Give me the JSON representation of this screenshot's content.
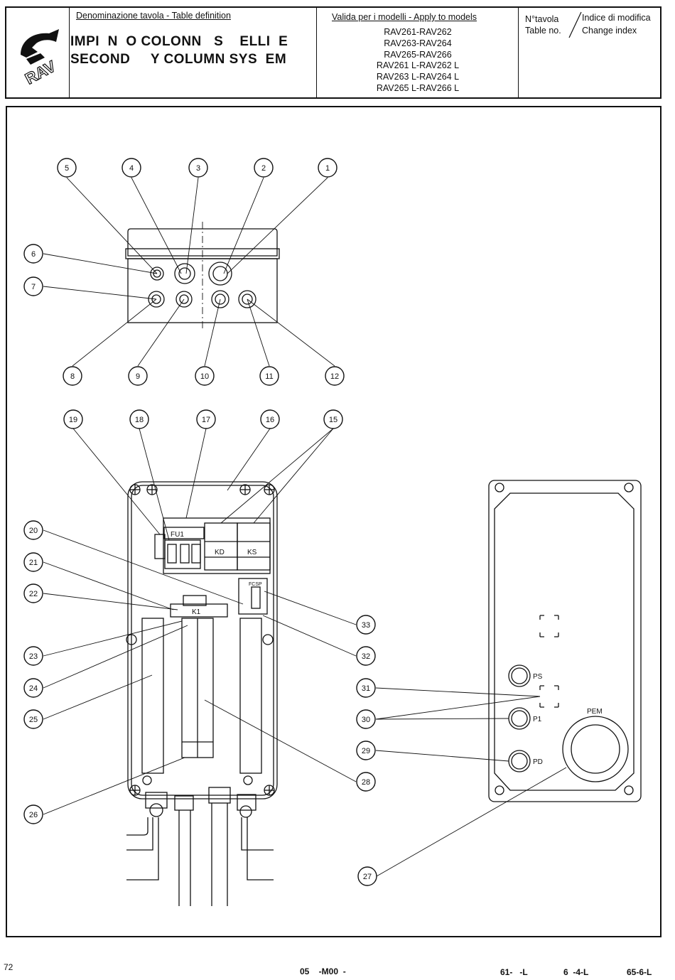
{
  "header": {
    "table_definition_label": "Denominazione tavola - Table definition",
    "title_line1": "IMPI  N  O COLONN   S    ELLI  E",
    "title_line2": "SECOND     Y COLUMN SYS  EM",
    "models_label": "Valida per i modelli - Apply to models",
    "models": [
      "RAV261-RAV262",
      "RAV263-RAV264",
      "RAV265-RAV266",
      "RAV261 L-RAV262 L",
      "RAV263 L-RAV264 L",
      "RAV265 L-RAV266 L"
    ],
    "table_no_it": "N°tavola",
    "table_no_en": "Table no.",
    "change_index_it": "Indice di modifica",
    "change_index_en": "Change index",
    "logo_text": "RAV"
  },
  "diagram": {
    "callouts_top": [
      "5",
      "4",
      "3",
      "2",
      "1"
    ],
    "callouts_left_top": [
      "6",
      "7"
    ],
    "callouts_bottom_top": [
      "8",
      "9",
      "10",
      "11",
      "12"
    ],
    "callouts_mid": [
      "19",
      "18",
      "17",
      "16",
      "15"
    ],
    "callouts_left": [
      "20",
      "21",
      "22",
      "23",
      "24",
      "25",
      "26"
    ],
    "callouts_right": [
      "33",
      "32",
      "31",
      "30",
      "29",
      "28",
      "27"
    ],
    "component_labels": {
      "fu1": "FU1",
      "kd": "KD",
      "ks": "KS",
      "k1": "K1",
      "fcsp": "FCSP",
      "ps": "PS",
      "p1": "P1",
      "pd": "PD",
      "pem": "PEM"
    }
  },
  "footer": {
    "page_number": "72",
    "code": "05    -M00  -",
    "ref1": "61-   -L",
    "ref2": "6  -4-L",
    "ref3": "65-6-L"
  }
}
